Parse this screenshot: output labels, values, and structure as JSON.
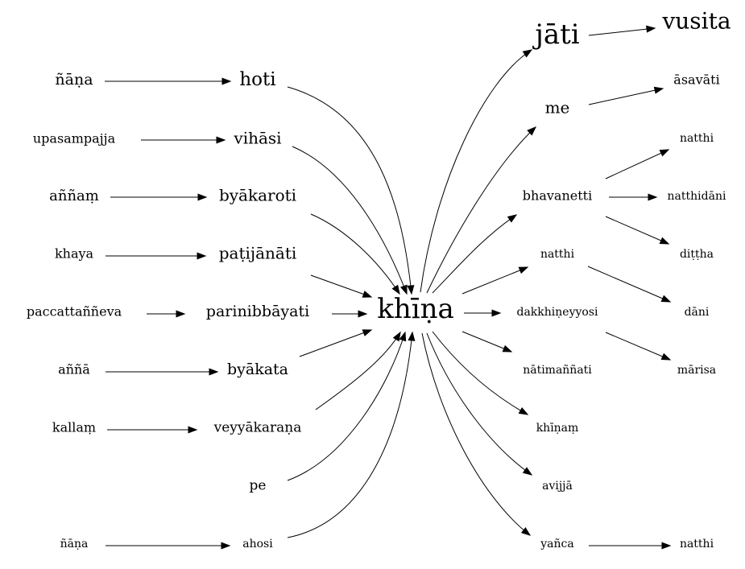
{
  "graph": {
    "center": "khīṇa",
    "nodes": {
      "nana_top": "ñāṇa",
      "hoti": "hoti",
      "upasampajja": "upasampajja",
      "vihasi": "vihāsi",
      "annam": "aññaṃ",
      "byakaroti": "byākaroti",
      "khaya": "khaya",
      "patijanati": "paṭijānāti",
      "paccattanneva": "paccattaññeva",
      "parinibbayati": "parinibbāyati",
      "anna": "aññā",
      "byakata": "byākata",
      "kallam": "kallaṃ",
      "veyyakarana": "veyyākaraṇa",
      "pe": "pe",
      "nana_bottom": "ñāṇa",
      "ahosi": "ahosi",
      "khina": "khīṇa",
      "jati": "jāti",
      "vusita": "vusita",
      "me": "me",
      "asavati": "āsavāti",
      "bhavanetti": "bhavanetti",
      "natthi_a": "natthi",
      "natthidani": "natthidāni",
      "dittha": "diṭṭha",
      "natthi_b": "natthi",
      "dani": "dāni",
      "dakkhineyyosi": "dakkhiṇeyyosi",
      "marisa": "mārisa",
      "natimannati": "nātimaññati",
      "khinam": "khīṇaṃ",
      "avijja": "avijjā",
      "yanca": "yañca",
      "natthi_c": "natthi"
    },
    "edges": [
      [
        "nana_top",
        "hoti"
      ],
      [
        "upasampajja",
        "vihasi"
      ],
      [
        "annam",
        "byakaroti"
      ],
      [
        "khaya",
        "patijanati"
      ],
      [
        "paccattanneva",
        "parinibbayati"
      ],
      [
        "anna",
        "byakata"
      ],
      [
        "kallam",
        "veyyakarana"
      ],
      [
        "nana_bottom",
        "ahosi"
      ],
      [
        "hoti",
        "khina"
      ],
      [
        "vihasi",
        "khina"
      ],
      [
        "byakaroti",
        "khina"
      ],
      [
        "patijanati",
        "khina"
      ],
      [
        "parinibbayati",
        "khina"
      ],
      [
        "byakata",
        "khina"
      ],
      [
        "veyyakarana",
        "khina"
      ],
      [
        "pe",
        "khina"
      ],
      [
        "ahosi",
        "khina"
      ],
      [
        "khina",
        "jati"
      ],
      [
        "khina",
        "me"
      ],
      [
        "khina",
        "bhavanetti"
      ],
      [
        "khina",
        "natthi_b"
      ],
      [
        "khina",
        "dakkhineyyosi"
      ],
      [
        "khina",
        "natimannati"
      ],
      [
        "khina",
        "khinam"
      ],
      [
        "khina",
        "avijja"
      ],
      [
        "khina",
        "yanca"
      ],
      [
        "jati",
        "vusita"
      ],
      [
        "me",
        "asavati"
      ],
      [
        "bhavanetti",
        "natthi_a"
      ],
      [
        "bhavanetti",
        "natthidani"
      ],
      [
        "bhavanetti",
        "dittha"
      ],
      [
        "natthi_b",
        "dani"
      ],
      [
        "dakkhineyyosi",
        "marisa"
      ],
      [
        "yanca",
        "natthi_c"
      ]
    ]
  }
}
